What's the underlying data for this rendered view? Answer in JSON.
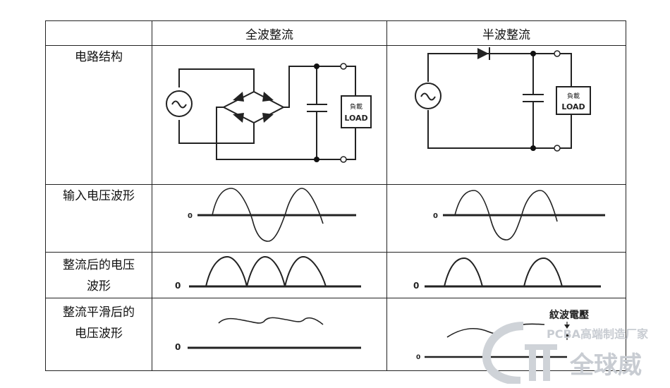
{
  "table": {
    "headers": {
      "corner": "",
      "full_wave": "全波整流",
      "half_wave": "半波整流"
    },
    "rows": {
      "circuit": "电路结构",
      "input": "输入电压波形",
      "rectified_line1": "整流后的电压",
      "rectified_line2": "波形",
      "smoothed_line1": "整流平滑后的",
      "smoothed_line2": "电压波形"
    }
  },
  "circuit": {
    "load_line1": "負載",
    "load_line2": "LOAD"
  },
  "waveform": {
    "zero_label": "0",
    "ripple_label": "紋波電壓"
  },
  "watermark": {
    "tagline": "PCBA高端制造厂家",
    "brand": "全球威"
  }
}
